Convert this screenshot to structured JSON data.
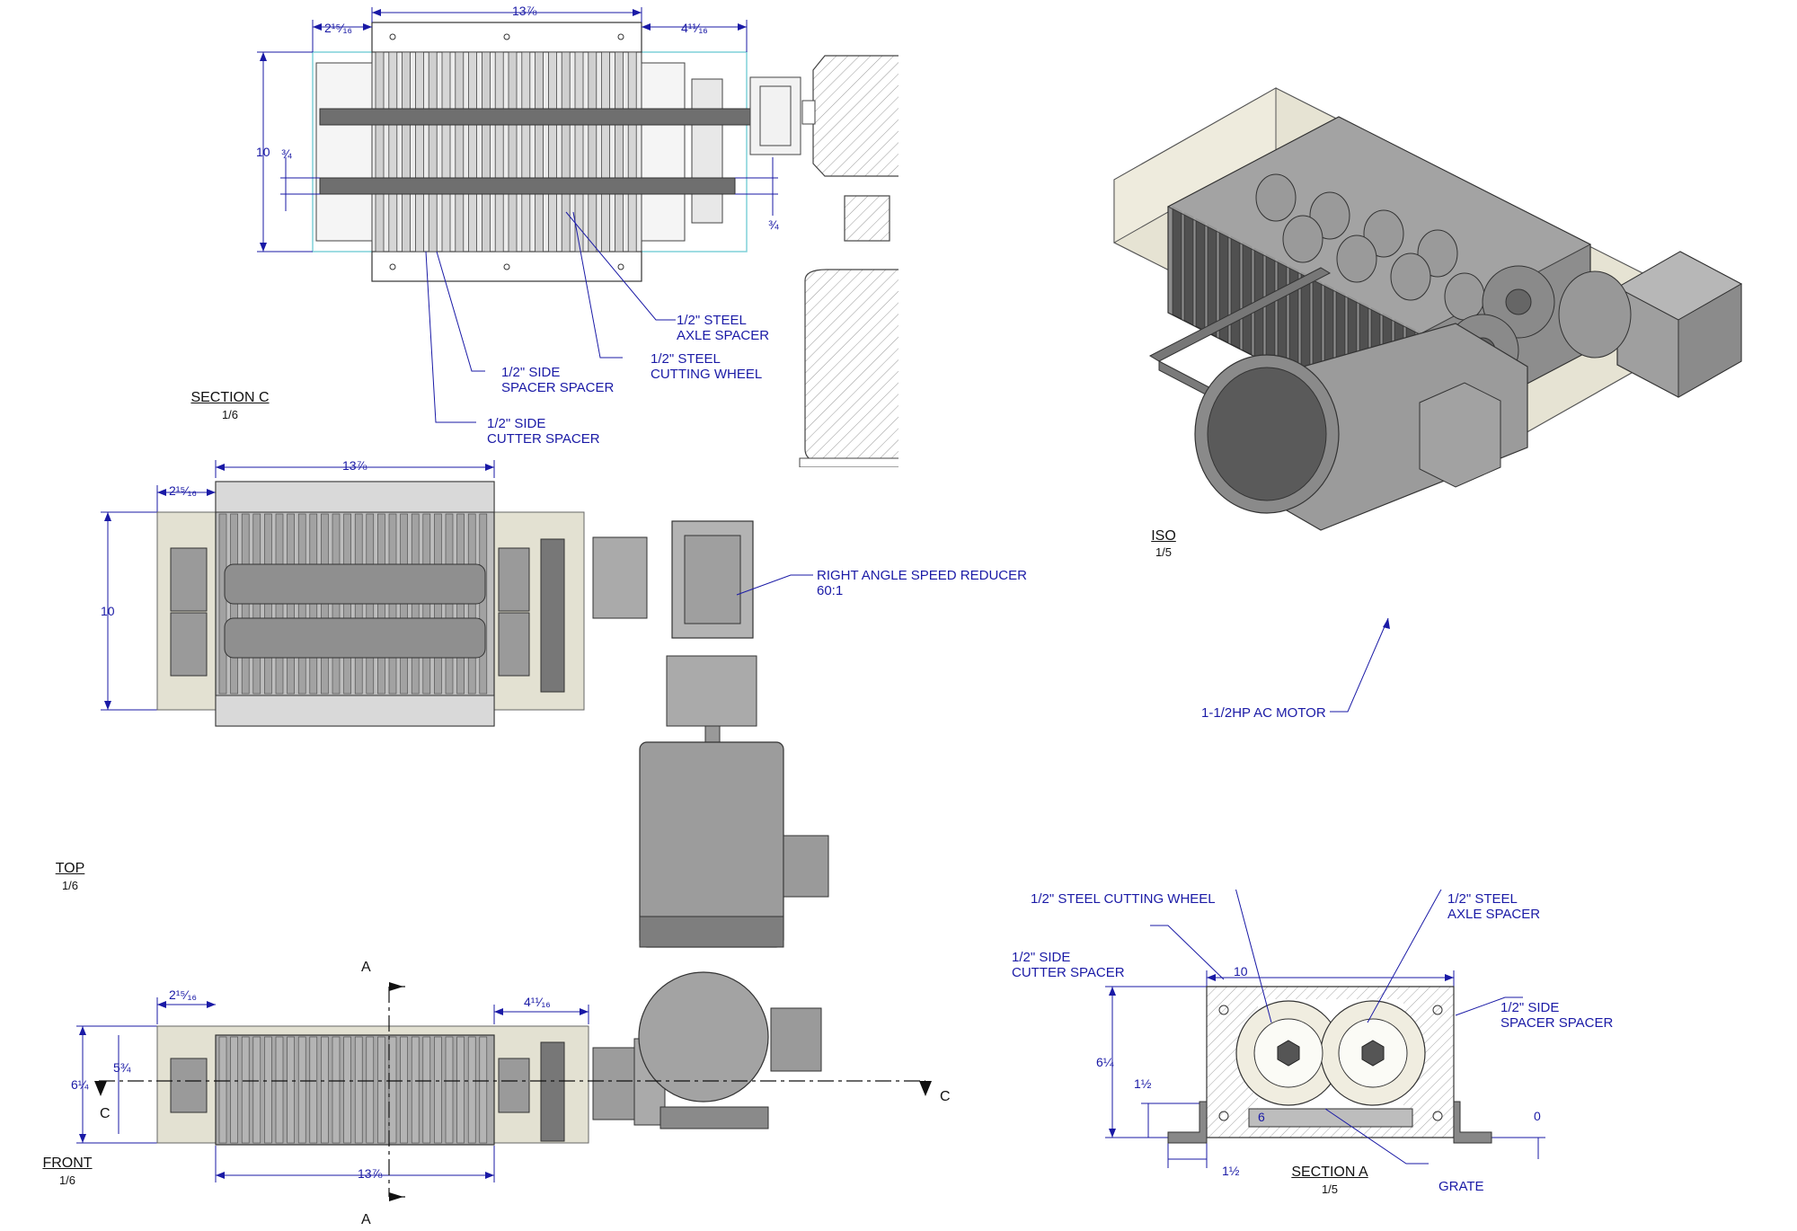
{
  "views": {
    "section_c": {
      "title": "SECTION C",
      "scale": "1/6"
    },
    "top": {
      "title": "TOP",
      "scale": "1/6"
    },
    "front": {
      "title": "FRONT",
      "scale": "1/6"
    },
    "iso": {
      "title": "ISO",
      "scale": "1/5"
    },
    "section_a": {
      "title": "SECTION A",
      "scale": "1/5"
    }
  },
  "callouts": {
    "section_c_axle": "1/2\" STEEL\nAXLE SPACER",
    "section_c_wheel": "1/2\" STEEL\nCUTTING WHEEL",
    "section_c_side_spacer": "1/2\" SIDE\nSPACER SPACER",
    "section_c_side_cutter": "1/2\" SIDE\nCUTTER SPACER",
    "reducer": "RIGHT ANGLE SPEED REDUCER\n60:1",
    "motor": "1-1/2HP AC MOTOR",
    "section_a_wheel": "1/2\" STEEL CUTTING WHEEL",
    "section_a_axle": "1/2\" STEEL\nAXLE SPACER",
    "section_a_side_cutter": "1/2\" SIDE\nCUTTER SPACER",
    "section_a_side_spacer": "1/2\" SIDE\nSPACER SPACER",
    "grate": "GRATE"
  },
  "dimensions": {
    "sc_width": "13⅞",
    "sc_left": "2¹⁵⁄₁₆",
    "sc_right": "4¹¹⁄₁₆",
    "sc_height": "10",
    "sc_gap_a": "¾",
    "sc_gap_b": "¾",
    "top_width": "13⅞",
    "top_left": "2¹⁵⁄₁₆",
    "top_height": "10",
    "front_left": "2¹⁵⁄₁₆",
    "front_right": "4¹¹⁄₁₆",
    "front_height": "6¼",
    "front_inner": "5¾",
    "front_width": "13⅞",
    "sa_width": "10",
    "sa_height": "6¼",
    "sa_foot": "1½",
    "sa_grate": "6",
    "sa_zero": "0",
    "sa_bottom": "1½"
  },
  "section_marks": {
    "a_top": "A",
    "a_bottom": "A",
    "c_left": "C",
    "c_right": "C"
  },
  "colors": {
    "dimension": "#1a1aa6",
    "steel": "#8c8c8c",
    "housing": "#e3e1d2",
    "outline": "#222222"
  }
}
